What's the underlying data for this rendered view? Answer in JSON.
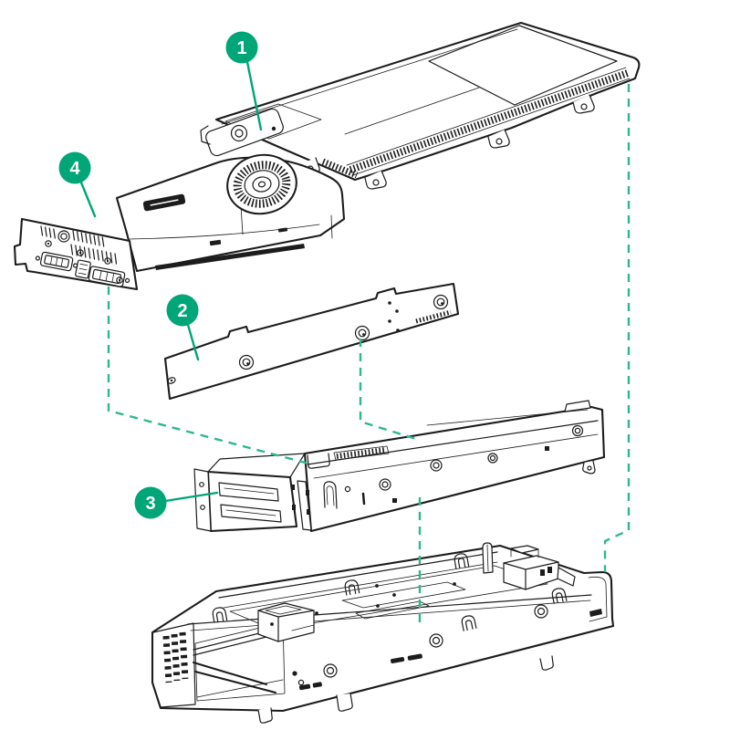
{
  "diagram": {
    "figure_type": "exploded-assembly-diagram",
    "subject": "Server GPU riser assembly exploded view",
    "background_color": "#ffffff",
    "ink_color": "#1c1c1c",
    "callout_color": "#00a578",
    "guide_color": "#2fb88d",
    "callout_text_color": "#ffffff",
    "callouts": [
      {
        "label": "1",
        "part": "top-cover-panel"
      },
      {
        "label": "2",
        "part": "gpu-support-bracket"
      },
      {
        "label": "3",
        "part": "pcie-riser-cage"
      },
      {
        "label": "4",
        "part": "gpu-card"
      }
    ]
  }
}
